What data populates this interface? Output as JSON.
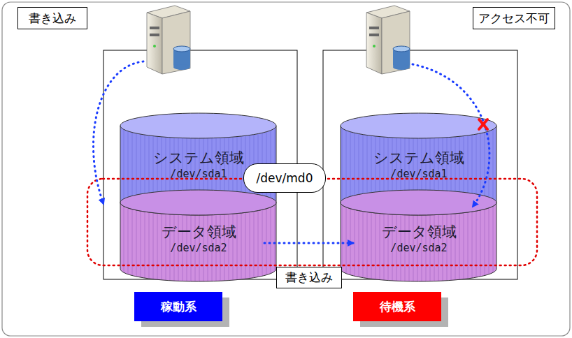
{
  "diagram": {
    "nodes": [
      {
        "text": [
          "書き込み"
        ]
      },
      {
        "text": [
          "アクセス不可"
        ]
      },
      {
        "text": [
          "システム領域",
          "/dev/sda1"
        ]
      },
      {
        "text": [
          "/dev/md0"
        ]
      },
      {
        "text": [
          "システム領域",
          "/dev/sda1"
        ]
      },
      {
        "text": [
          "データ領域",
          "/dev/sda2"
        ]
      },
      {
        "text": [
          "データ領域",
          "/dev/sda2"
        ]
      },
      {
        "text": [
          "稼動系"
        ]
      },
      {
        "text": [
          "待機系"
        ]
      }
    ],
    "edges": [
      {
        "from": 5,
        "to": 6,
        "arrow": "to",
        "label": "書き込み"
      }
    ]
  }
}
